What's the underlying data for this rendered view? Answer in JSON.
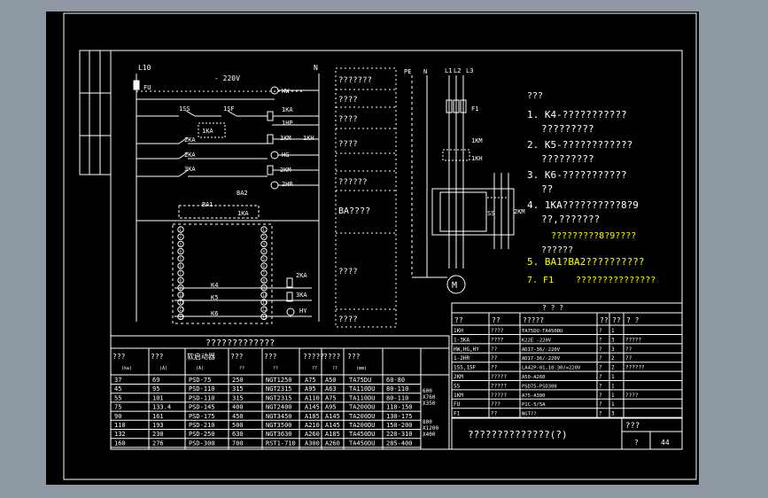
{
  "colors": {
    "background": "#8f99a3",
    "sheet": "#000000",
    "line": "#ffffff",
    "note_yellow": "#ffff00"
  },
  "control": {
    "l10": "L10",
    "fu": "FU",
    "n": "N",
    "voltage": "- 220V",
    "ss": "1SS",
    "sf": "1SF",
    "jka": "1KA",
    "ka": "2KA",
    "ka3": "3KA",
    "ba1": "BA1",
    "ba2": "BA2",
    "ka_bot": "1KA",
    "hw": "HW",
    "ka1": "1KA",
    "hp": "1HP",
    "km": "1KM",
    "kh": "1KH",
    "hg": "HG",
    "km2": "2KM",
    "hr": "2HR",
    "k4": "K4",
    "k5": "K5",
    "k6": "K6",
    "ka2r": "2KA",
    "ka3r": "3KA",
    "hy": "HY",
    "terminals": [
      "1",
      "2",
      "3",
      "4",
      "5",
      "6",
      "7",
      "8",
      "9",
      "10",
      "11",
      "12",
      "13"
    ]
  },
  "function_boxes": [
    "???????",
    "????",
    "????",
    "????",
    "??????",
    "BA????",
    "????",
    "????"
  ],
  "power": {
    "pe": "PE",
    "n": "N",
    "l1": "L1",
    "l2": "L2",
    "l3": "L3",
    "f1": "F1",
    "km": "1KM",
    "kh": "1KH",
    "ss": "SS",
    "km2": "2KM",
    "motor": "M"
  },
  "notes": {
    "heading": "???",
    "items": [
      {
        "text": "1. K4-???????????",
        "cont": "?????????"
      },
      {
        "text": "2. K5-????????????",
        "cont": "?????????"
      },
      {
        "text": "3. K6-???????????",
        "cont": "??"
      },
      {
        "text": "4. 1KA??????????8?9",
        "cont": "??,???????"
      }
    ],
    "yellow1": "?????????8?9????",
    "yellow1b": "??????",
    "item5": "5. BA1?BA2??????????",
    "item7": "7. F1",
    "item7b": "???????????????"
  },
  "selection_table": {
    "title": "?????????????",
    "headers": [
      "???",
      "???",
      "软启动器",
      "???",
      "???",
      "?????",
      "????",
      "???"
    ],
    "subheaders": [
      "(kw)",
      "(A)",
      "(A)",
      "??",
      "??",
      "??",
      "??",
      "(mm)"
    ],
    "rows": [
      [
        "37",
        "69",
        "PSD-75",
        "250",
        "NGT1250",
        "A75",
        "A50",
        "TA75DU",
        "60-80"
      ],
      [
        "45",
        "95",
        "PSD-110",
        "315",
        "NGT2315",
        "A95",
        "A63",
        "TA110DU",
        "80-110"
      ],
      [
        "55",
        "101",
        "PSD-110",
        "315",
        "NGT2315",
        "A110",
        "A75",
        "TA110DU",
        "80-110"
      ],
      [
        "75",
        "133.4",
        "PSD-145",
        "400",
        "NGT2400",
        "A145",
        "A95",
        "TA200DU",
        "110-150"
      ],
      [
        "90",
        "161",
        "PSD-175",
        "450",
        "NGT3450",
        "A185",
        "A145",
        "TA200DU",
        "130-175"
      ],
      [
        "110",
        "193",
        "PSD-210",
        "500",
        "NGT3500",
        "A210",
        "A145",
        "TA200DU",
        "150-200"
      ],
      [
        "132",
        "230",
        "PSD-250",
        "630",
        "NGT3630",
        "A260",
        "A185",
        "TA450DU",
        "220-310"
      ],
      [
        "160",
        "276",
        "PSD-300",
        "700",
        "RST1-710",
        "A300",
        "A260",
        "TA450DU",
        "285-400"
      ]
    ],
    "dim1": "600\nX760\nX350",
    "dim2": "800\nX1200\nX400"
  },
  "bom": {
    "title": "? ? ?",
    "headers": [
      "??",
      "??",
      "?????",
      "??",
      "??",
      "? ?"
    ],
    "rows": [
      [
        "1KH",
        "????",
        "TA75DU-TA450DU",
        "?",
        "1",
        ""
      ],
      [
        "1-3KA",
        "????",
        "K22E -220V",
        "?",
        "3",
        "?????"
      ],
      [
        "HW,HG,HY",
        "??",
        "AD17-36/-220V",
        "?",
        "3",
        "??"
      ],
      [
        "1-2HR",
        "??",
        "AD17-36/-220V",
        "?",
        "2",
        "??"
      ],
      [
        "1SS,1SF",
        "??",
        "LA42P-01,10.30/=220V",
        "?",
        "2",
        "??????"
      ],
      [
        "2KM",
        "?????",
        "A50-A260",
        "?",
        "1",
        ""
      ],
      [
        "SS",
        "?????",
        "PSD75-PSD300",
        "?",
        "1",
        ""
      ],
      [
        "1KM",
        "?????",
        "A75-A300",
        "?",
        "1",
        "????"
      ],
      [
        "FU",
        "???",
        "P1C-5/5A",
        "?",
        "1",
        ""
      ],
      [
        "F1",
        "??",
        "NGT??",
        "?",
        "3",
        ""
      ]
    ]
  },
  "title_block": {
    "name": "??????????????(?)",
    "r1": "???",
    "r2": "?",
    "sheet": "44"
  }
}
